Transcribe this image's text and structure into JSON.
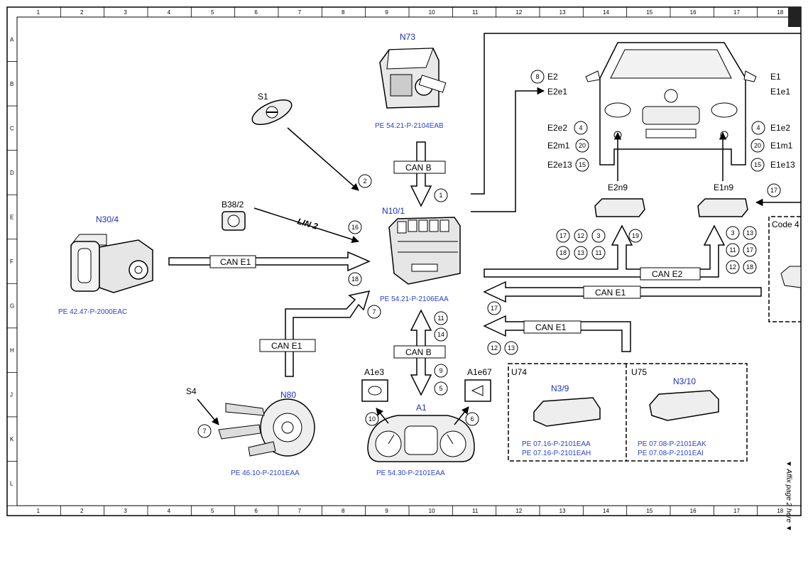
{
  "grid": {
    "columns": [
      "1",
      "2",
      "3",
      "4",
      "5",
      "6",
      "7",
      "8",
      "9",
      "10",
      "11",
      "12",
      "13",
      "14",
      "15",
      "16",
      "17",
      "18"
    ],
    "rows": [
      "A",
      "B",
      "C",
      "D",
      "E",
      "F",
      "G",
      "H",
      "J",
      "K",
      "L"
    ]
  },
  "components": {
    "N73": "N73",
    "S1": "S1",
    "N30_4": "N30/4",
    "B38_2": "B38/2",
    "N10_1": "N10/1",
    "N80": "N80",
    "S4": "S4",
    "A1": "A1",
    "A1e3": "A1e3",
    "A1e67": "A1e67",
    "E2n9": "E2n9",
    "E1n9": "E1n9",
    "U74": "U74",
    "U75": "U75",
    "N3_9": "N3/9",
    "N3_10": "N3/10",
    "code": "Code 4"
  },
  "lamps": {
    "E2": "E2",
    "E2e1": "E2e1",
    "E2e2": "E2e2",
    "E2m1": "E2m1",
    "E2e13": "E2e13",
    "E1": "E1",
    "E1e1": "E1e1",
    "E1e2": "E1e2",
    "E1m1": "E1m1",
    "E1e13": "E1e13"
  },
  "buses": {
    "can_b_top": "CAN B",
    "can_b_bottom": "CAN B",
    "lin2": "LIN 2",
    "can_e1_left": "CAN E1",
    "can_e1_lower": "CAN E1",
    "can_e1_right": "CAN E1",
    "can_e1_mid": "CAN E1",
    "can_e2": "CAN E2"
  },
  "refs": {
    "n73": "PE 54.21-P-2104EAB",
    "n10": "PE 54.21-P-2106EAA",
    "n30": "PE 42.47-P-2000EAC",
    "n80": "PE 46.10-P-2101EAA",
    "a1": "PE 54.30-P-2101EAA",
    "n39a": "PE 07.16-P-2101EAA",
    "n39b": "PE 07.16-P-2101EAH",
    "n310a": "PE 07.08-P-2101EAK",
    "n310b": "PE 07.08-P-2101EAI"
  },
  "side_note": "▼ Affix page 2 here ▼"
}
